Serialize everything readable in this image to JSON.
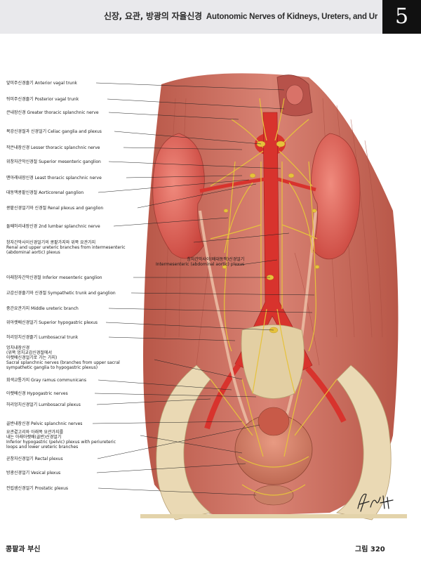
{
  "header": {
    "title_ko": "신장, 요관, 방광의 자율신경",
    "title_en": "Autonomic Nerves of Kidneys, Ureters, and Urinary Bladder",
    "chapter_number": "5"
  },
  "labels": [
    {
      "ko": "앞미주신경줄기",
      "en": "Anterior vagal trunk"
    },
    {
      "ko": "뒤미주신경줄기",
      "en": "Posterior vagal trunk"
    },
    {
      "ko": "큰내장신경",
      "en": "Greater thoracic splanchnic nerve"
    },
    {
      "ko": "복강신경절과 신경얼기",
      "en": "Celiac ganglia and plexus"
    },
    {
      "ko": "작은내장신경",
      "en": "Lesser thoracic splanchnic nerve"
    },
    {
      "ko": "위창자간막신경절",
      "en": "Superior mesenteric ganglion"
    },
    {
      "ko": "맨아래내장신경",
      "en": "Least thoracic splanchnic nerve"
    },
    {
      "ko": "대동맥콩팥신경절",
      "en": "Aorticorenal ganglion"
    },
    {
      "ko": "콩팥신경얼기와 신경절",
      "en": "Renal plexus and ganglion"
    },
    {
      "ko": "둘째허리내장신경",
      "en": "2nd lumbar splanchnic nerve"
    },
    {
      "ko": "창자간막사이신경얼기의 콩팥가지와 위쪽 요관가지",
      "en": "Renal and upper ureteric branches from intermesenteric",
      "en2": "(abdominal aortic) plexus"
    },
    {
      "ko": "창자간막사이(배대동맥)신경얼기",
      "en": "Intermesenteric (abdominal aortic) plexus"
    },
    {
      "ko": "아래창자간막신경절",
      "en": "Inferior mesenteric ganglion"
    },
    {
      "ko": "교감신경줄기와 신경절",
      "en": "Sympathetic trunk and ganglion"
    },
    {
      "ko": "중간요관가지",
      "en": "Middle ureteric branch"
    },
    {
      "ko": "위아랫배신경얼기",
      "en": "Superior hypogastric plexus"
    },
    {
      "ko": "허리엉치신경줄기",
      "en": "Lumbosacral trunk"
    },
    {
      "ko": "엉치내장신경",
      "ko2": "(위쪽 엉치교감신경절에서",
      "ko3": "아랫배신경얼기로 가는 가지)",
      "en": "Sacral splanchnic nerves (branches from upper sacral",
      "en2": "sympathetic ganglia to hypogastric plexus)"
    },
    {
      "ko": "회색교통가지",
      "en": "Gray ramus communicans"
    },
    {
      "ko": "아랫배신경",
      "en": "Hypogastric nerves"
    },
    {
      "ko": "허리엉치신경얼기",
      "en": "Lumbosacral plexus"
    },
    {
      "ko": "골반내장신경",
      "en": "Pelvic splanchnic nerves"
    },
    {
      "ko": "요관곁고리와 아래쪽 요관가지를",
      "ko2": "내는 아래아랫배(골반)신경얼기",
      "en": "Inferior hypogastric (pelvic) plexus with periureteric",
      "en2": "loops and lower ureteric branches"
    },
    {
      "ko": "곧창자신경얼기",
      "en": "Rectal plexus"
    },
    {
      "ko": "방광신경얼기",
      "en": "Vesical plexus"
    },
    {
      "ko": "전립샘신경얼기",
      "en": "Prostatic plexus"
    }
  ],
  "footer": {
    "left": "콩팥과 부신",
    "right": "그림 320"
  },
  "colors": {
    "muscle": "#c9695a",
    "kidney": "#e0605a",
    "artery": "#d8332d",
    "nerve": "#e6c23c",
    "bone": "#ead9b4",
    "header_bg": "#e9e9ec",
    "chapter_tab": "#111111"
  }
}
